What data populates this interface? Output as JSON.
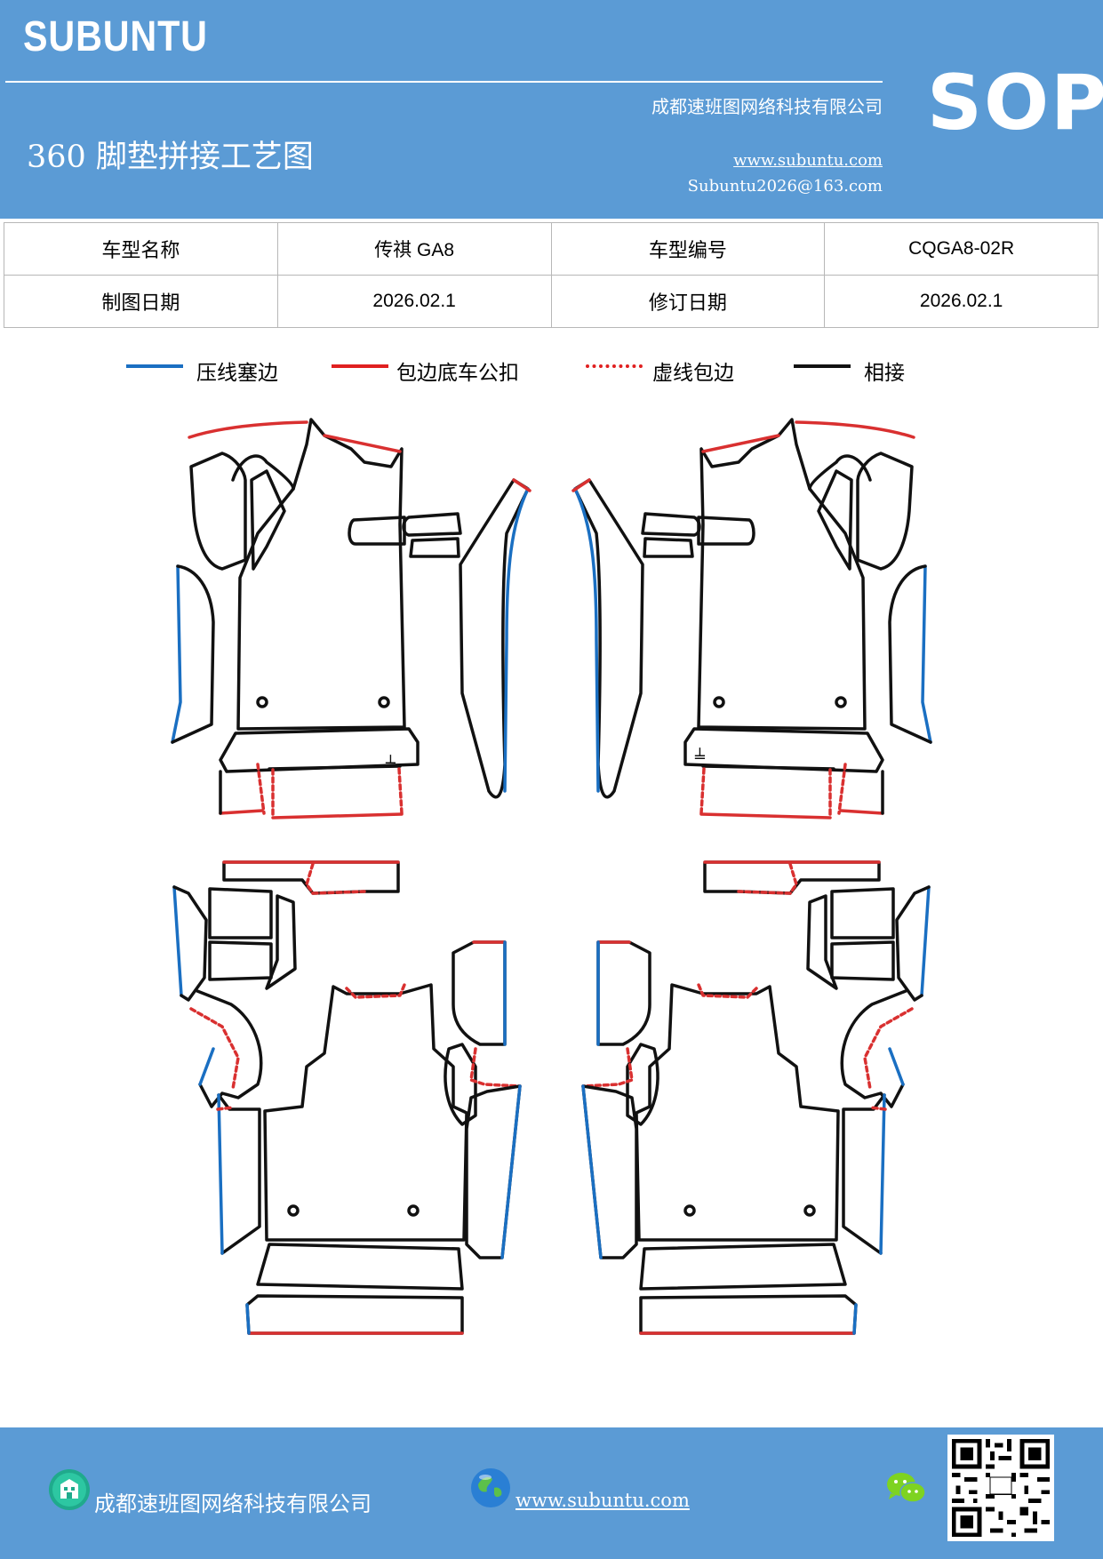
{
  "header": {
    "brand": "SUBUNTU",
    "company": "成都速班图网络科技有限公司",
    "title": "360 脚垫拼接工艺图",
    "website": "www.subuntu.com",
    "email": "Subuntu2026@163.com",
    "badge": "SOP"
  },
  "info_table": {
    "rows": [
      [
        "车型名称",
        "传祺 GA8",
        "车型编号",
        "CQGA8-02R"
      ],
      [
        "制图日期",
        "2026.02.1",
        "修订日期",
        "2026.02.1"
      ]
    ]
  },
  "legend": [
    {
      "label": "压线塞边",
      "color": "#1a6fc2",
      "style": "solid"
    },
    {
      "label": "包边底车公扣",
      "color": "#e02020",
      "style": "solid"
    },
    {
      "label": "虚线包边",
      "color": "#e02020",
      "style": "dotted"
    },
    {
      "label": "相接",
      "color": "#111111",
      "style": "solid"
    }
  ],
  "diagram": {
    "colors": {
      "press": "#1a6fc2",
      "wrap": "#d93030",
      "join": "#111111"
    }
  },
  "footer": {
    "company": "成都速班图网络科技有限公司",
    "website": "www.subuntu.com",
    "icons": [
      "building-icon",
      "globe-icon",
      "wechat-icon",
      "qr-code"
    ]
  }
}
